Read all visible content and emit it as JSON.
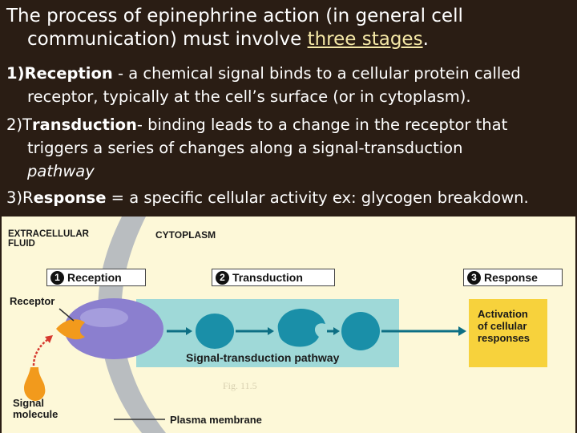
{
  "title": {
    "line1": "The process of epinephrine action (in general cell",
    "line2_pre": "communication) must involve ",
    "line2_underlined": "three stages",
    "line2_post": "."
  },
  "items": [
    {
      "num": "1)",
      "term": "Reception",
      "rest": " - a chemical signal binds to a cellular protein called",
      "cont": "receptor, typically at the cell’s surface (or in cytoplasm)."
    },
    {
      "num": "2)T",
      "term": "ransduction",
      "rest": "- binding leads to a change in the receptor that",
      "cont": "triggers a series of changes along a signal-transduction",
      "cont_italic": "pathway"
    },
    {
      "num": "3)R",
      "term": "esponse",
      "rest": " = a specific cellular activity ex: glycogen breakdown."
    }
  ],
  "figure": {
    "extracellular": "EXTRACELLULAR\nFLUID",
    "cytoplasm": "CYTOPLASM",
    "stages": [
      {
        "n": "1",
        "label": "Reception"
      },
      {
        "n": "2",
        "label": "Transduction"
      },
      {
        "n": "3",
        "label": "Response"
      }
    ],
    "receptor": "Receptor",
    "pathway": "Signal-transduction pathway",
    "response": "Activation\nof cellular\nresponses",
    "signal": "Signal\nmolecule",
    "membrane": "Plasma membrane",
    "fig_ref": "Fig. 11.5"
  },
  "colors": {
    "background": "#2a1d14",
    "panel": "#fdf8d8",
    "membrane": "#b9bdc0",
    "pathway_band": "#9fd9d8",
    "response_box": "#f7d23c",
    "receptor": "#8b7fcf",
    "relay": "#1a8fa8",
    "signal": "#f29a1c",
    "arrow": "#d6392f"
  }
}
